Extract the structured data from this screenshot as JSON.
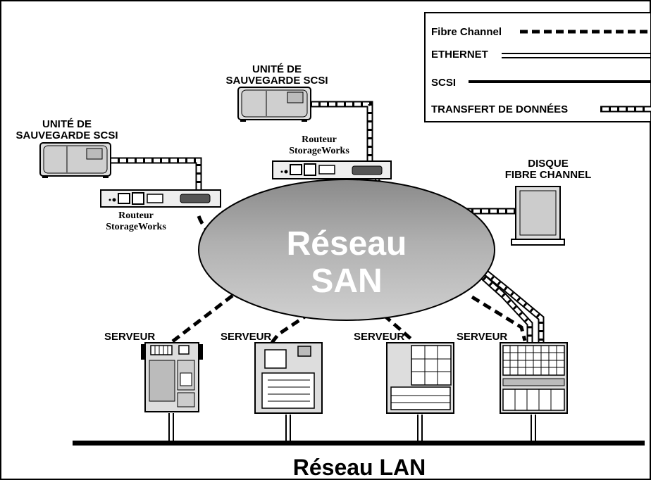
{
  "legend": {
    "fibre_channel": "Fibre Channel",
    "ethernet": "ETHERNET",
    "scsi": "SCSI",
    "data_transfer": "TRANSFERT DE DONNÉES"
  },
  "backup_left": {
    "line1": "UNITÉ DE",
    "line2": "SAUVEGARDE SCSI"
  },
  "backup_center": {
    "line1": "UNITÉ DE",
    "line2": "SAUVEGARDE SCSI"
  },
  "router_left": {
    "line1": "Routeur",
    "line2": "StorageWorks"
  },
  "router_center": {
    "line1": "Routeur",
    "line2": "StorageWorks"
  },
  "disk": {
    "line1": "DISQUE",
    "line2": "FIBRE CHANNEL"
  },
  "san": {
    "line1": "Réseau",
    "line2": "SAN"
  },
  "servers": [
    "SERVEUR",
    "SERVEUR",
    "SERVEUR",
    "SERVEUR"
  ],
  "lan": "Réseau LAN"
}
